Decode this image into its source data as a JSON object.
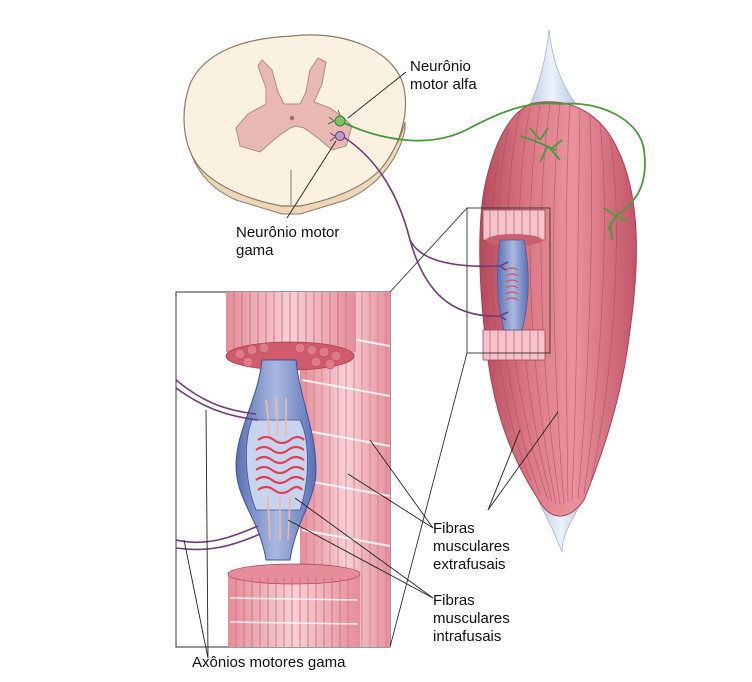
{
  "labels": {
    "alpha_line1": "Neurônio",
    "alpha_line2": "motor alfa",
    "gamma_line1": "Neurônio motor",
    "gamma_line2": "gama",
    "extra_line1": "Fibras",
    "extra_line2": "musculares",
    "extra_line3": "extrafusais",
    "intra_line1": "Fibras",
    "intra_line2": "musculares",
    "intra_line3": "intrafusais",
    "axons": "Axônios motores gama"
  },
  "colors": {
    "muscle": "#d9707e",
    "muscle_light": "#f0b7bf",
    "muscle_stripe": "#b84f60",
    "tendon": "#c9d6ea",
    "spinal_white": "#fbf1e0",
    "spinal_gray": "#e7b9b2",
    "capsule": "#6f86c4",
    "alpha_axon": "#4a9a3d",
    "gamma_axon": "#6e3c7c",
    "leader": "#222222"
  },
  "icons": [
    "spinal-cord-section",
    "alpha-neuron-icon",
    "gamma-neuron-icon",
    "muscle-spindle",
    "skeletal-muscle"
  ]
}
